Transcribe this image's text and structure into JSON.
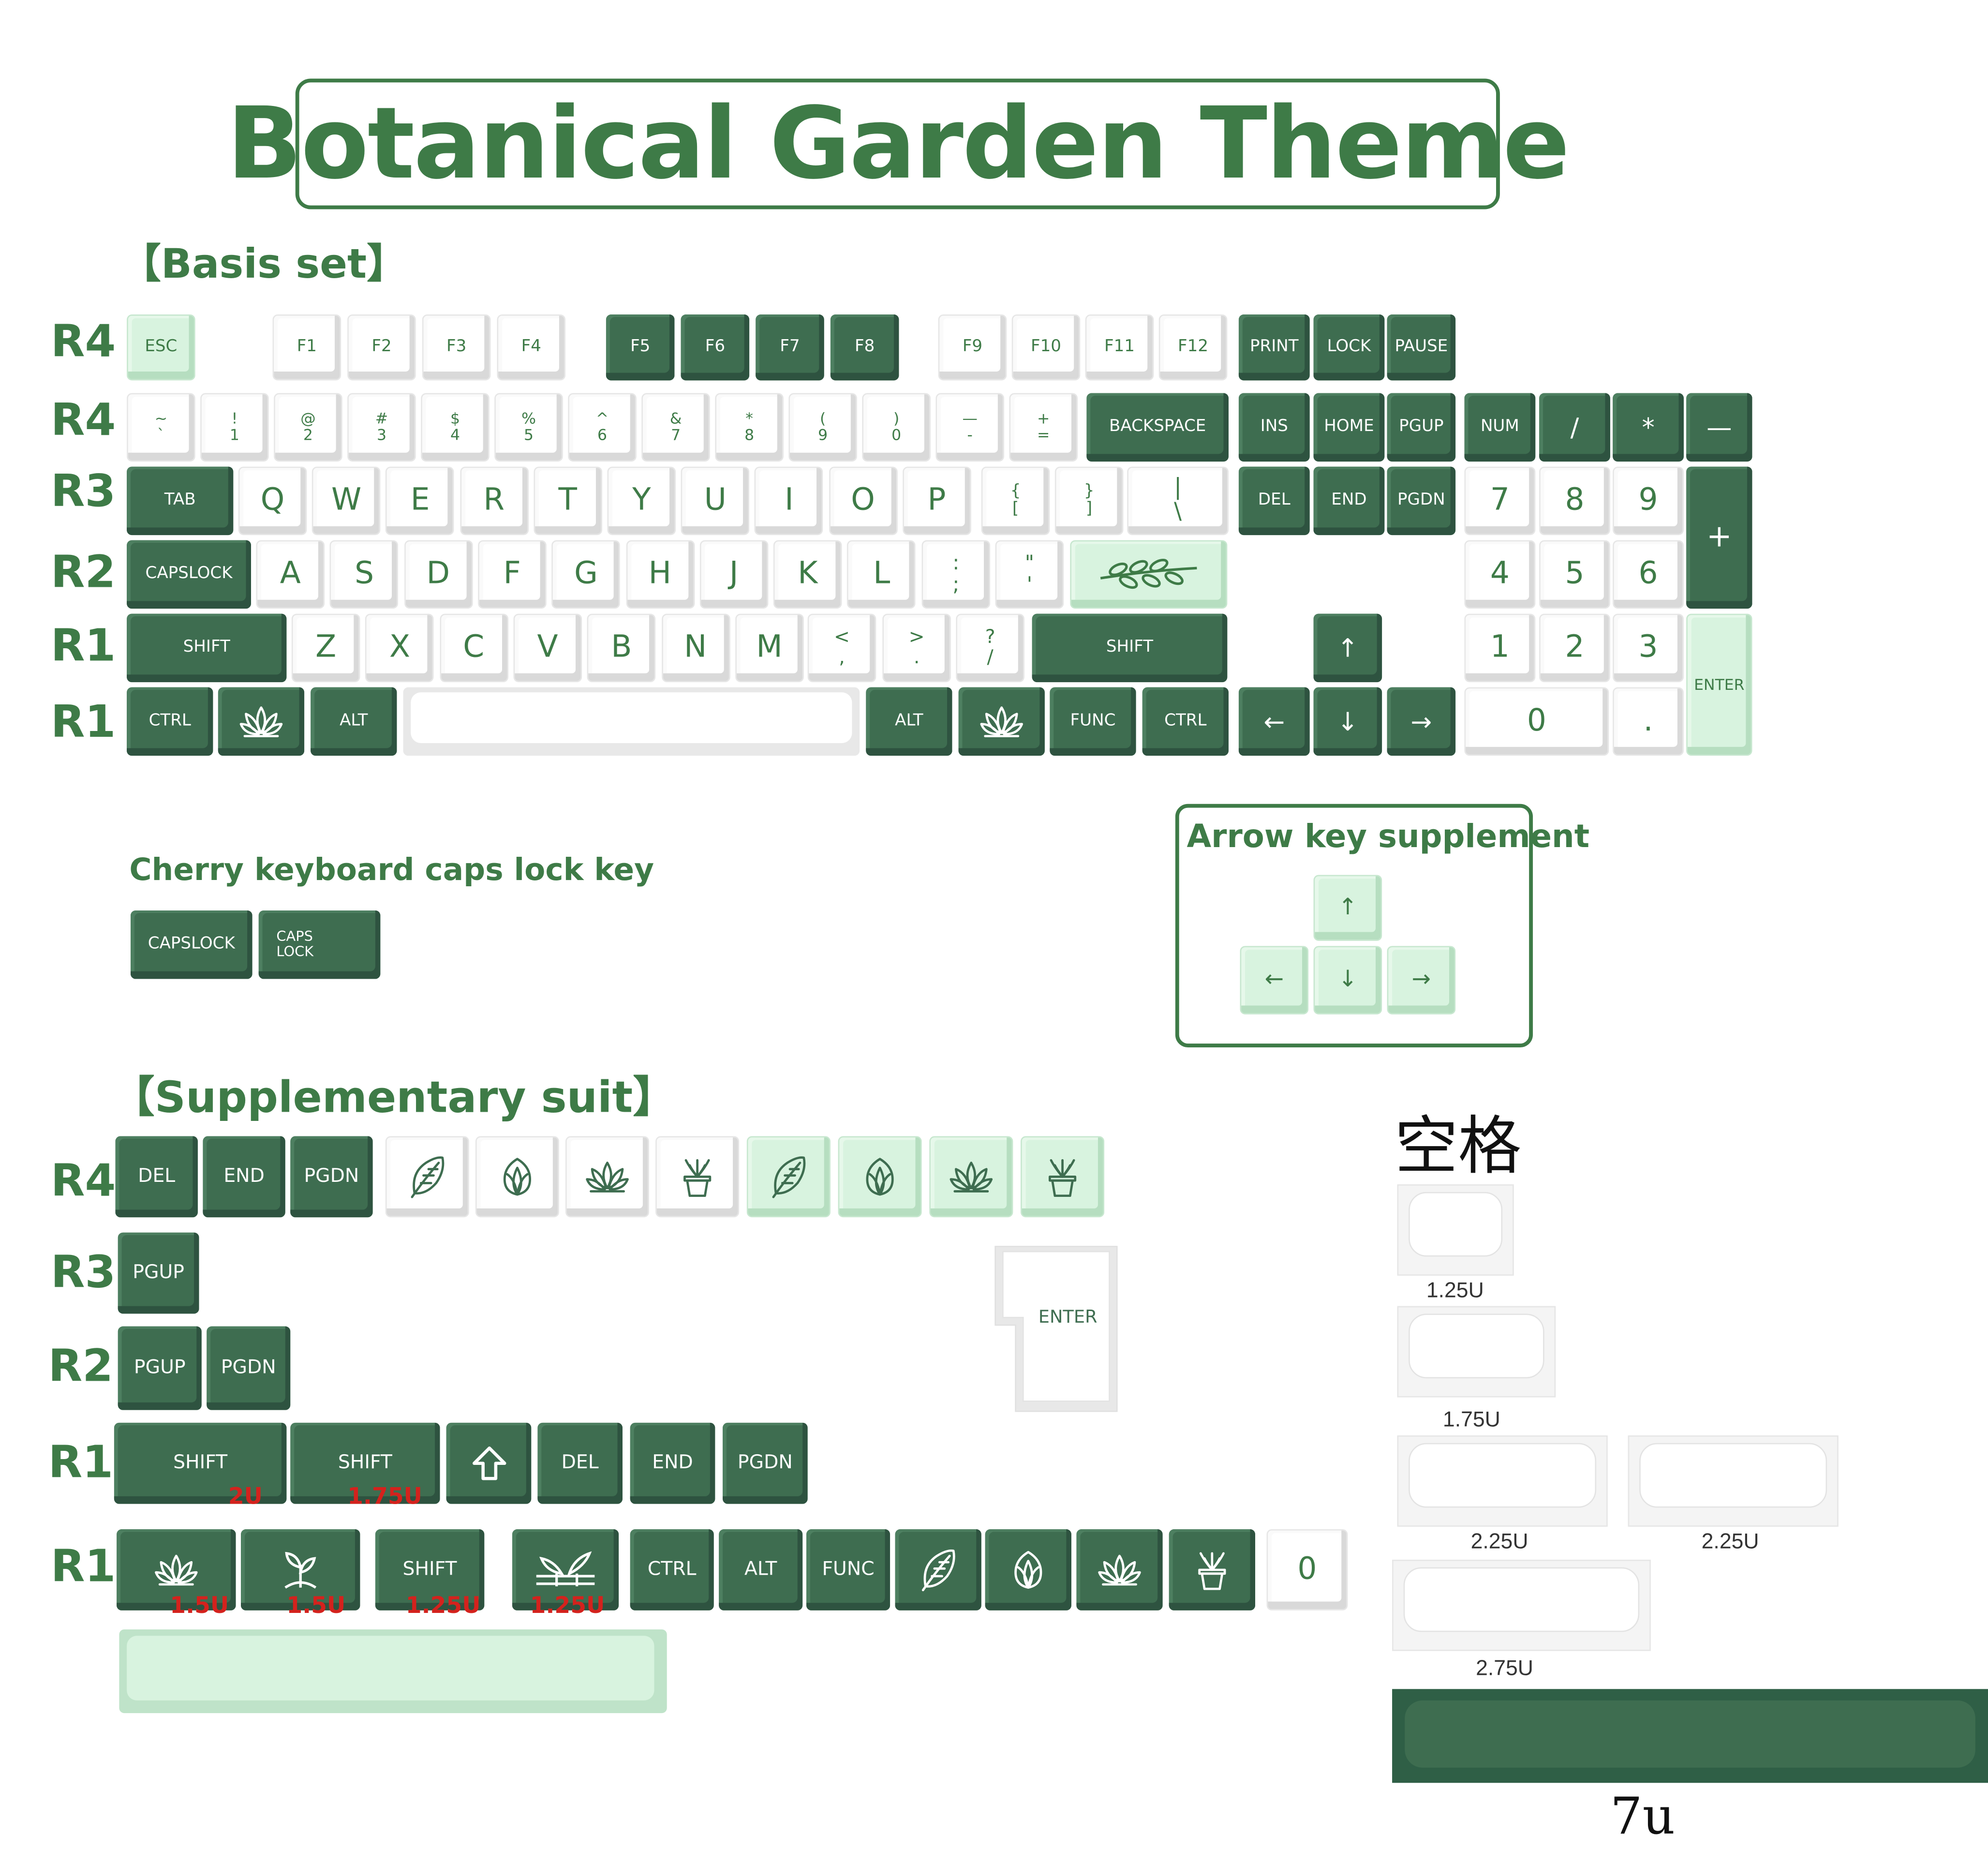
{
  "title": "Botanical Garden Theme",
  "sections": {
    "basis": "【Basis set】",
    "cherry": "Cherry keyboard caps lock key",
    "arrow": "Arrow key supplement",
    "supplementary": "【Supplementary suit】",
    "space": "空格"
  },
  "row_labels": {
    "b1": "R4",
    "b2": "R4",
    "b3": "R3",
    "b4": "R2",
    "b5": "R1",
    "b6": "R1",
    "s1": "R4",
    "s2": "R3",
    "s3": "R2",
    "s4": "R1",
    "s5": "R1"
  },
  "keys": {
    "esc": "ESC",
    "f1": "F1",
    "f2": "F2",
    "f3": "F3",
    "f4": "F4",
    "f5": "F5",
    "f6": "F6",
    "f7": "F7",
    "f8": "F8",
    "f9": "F9",
    "f10": "F10",
    "f11": "F11",
    "f12": "F12",
    "print": "PRINT",
    "lock": "LOCK",
    "pause": "PAUSE",
    "num_row": [
      [
        "~",
        "`"
      ],
      [
        "!",
        "1"
      ],
      [
        "@",
        "2"
      ],
      [
        "#",
        "3"
      ],
      [
        "$",
        "4"
      ],
      [
        "%",
        "5"
      ],
      [
        "^",
        "6"
      ],
      [
        "&",
        "7"
      ],
      [
        "*",
        "8"
      ],
      [
        "(",
        "9"
      ],
      [
        ")",
        "0"
      ],
      [
        "—",
        "-"
      ],
      [
        "+",
        "="
      ]
    ],
    "backspace": "BACKSPACE",
    "ins": "INS",
    "home": "HOME",
    "pgup": "PGUP",
    "num": "NUM",
    "slash": "/",
    "star": "*",
    "minus": "—",
    "tab": "TAB",
    "qrow": [
      "Q",
      "W",
      "E",
      "R",
      "T",
      "Y",
      "U",
      "I",
      "O",
      "P"
    ],
    "lbrace": [
      "{",
      "["
    ],
    "rbrace": [
      "}",
      "]"
    ],
    "pipe": [
      "|",
      "\\"
    ],
    "del": "DEL",
    "end": "END",
    "pgdn": "PGDN",
    "n7": "7",
    "n8": "8",
    "n9": "9",
    "plus": "+",
    "capslock": "CAPSLOCK",
    "arow": [
      "A",
      "S",
      "D",
      "F",
      "G",
      "H",
      "J",
      "K",
      "L"
    ],
    "colon": [
      ":",
      ";"
    ],
    "quote": [
      "\"",
      "'"
    ],
    "n4": "4",
    "n5": "5",
    "n6": "6",
    "shift": "SHIFT",
    "zrow": [
      "Z",
      "X",
      "C",
      "V",
      "B",
      "N",
      "M"
    ],
    "lt": [
      "<",
      ","
    ],
    "gt": [
      ">",
      "."
    ],
    "qm": [
      "?",
      "/"
    ],
    "rshift": "SHIFT",
    "up": "↑",
    "n1": "1",
    "n2": "2",
    "n3": "3",
    "enter": "ENTER",
    "ctrl": "CTRL",
    "alt": "ALT",
    "ralt": "ALT",
    "func": "FUNC",
    "rctrl": "CTRL",
    "left": "←",
    "down": "↓",
    "right": "→",
    "n0": "0",
    "dot": "."
  },
  "cherry_keys": {
    "capslock": "CAPSLOCK",
    "caps_lock": [
      "CAPS",
      "LOCK"
    ]
  },
  "arrow_supp": {
    "up": "↑",
    "left": "←",
    "down": "↓",
    "right": "→"
  },
  "supp": {
    "r4": [
      "DEL",
      "END",
      "PGDN"
    ],
    "r3": "PGUP",
    "r2": [
      "PGUP",
      "PGDN"
    ],
    "r1a": {
      "shift2u": "SHIFT",
      "shift175": "SHIFT",
      "del": "DEL",
      "end": "END",
      "pgdn": "PGDN"
    },
    "r1b": {
      "shift125": "SHIFT",
      "ctrl": "CTRL",
      "alt": "ALT",
      "func": "FUNC",
      "zero": "0"
    },
    "enter": "ENTER",
    "sizes": {
      "shift2u": "2U",
      "shift175": "1.75U",
      "lotus": "1.5U",
      "sprout": "1.5U",
      "shift125": "1.25U",
      "bamboo": "1.25U"
    }
  },
  "spacebars": [
    "1.25U",
    "1.75U",
    "2.25U",
    "2.25U",
    "2.75U"
  ],
  "spacebar_7u": "7u",
  "icons": {
    "ctrl_row": [
      "lotus-icon"
    ],
    "leaf_enter": "leaves-icon",
    "supp_r4": [
      "leaf-icon",
      "lotus-bud-icon",
      "lotus-icon",
      "potted-plant-icon",
      "leaf-icon",
      "lotus-bud-icon",
      "lotus-icon",
      "potted-plant-icon"
    ],
    "supp_r1": [
      "lotus-icon",
      "sprout-icon",
      "bamboo-icon",
      "leaf-icon",
      "lotus-bud-icon",
      "lotus-icon",
      "potted-plant-icon",
      "shift-arrow-icon"
    ]
  },
  "colors": {
    "green": "#3e6d50",
    "mint": "#d8f3df",
    "white": "#ffffff",
    "title": "#3e7b47",
    "size_red": "#d4221d"
  }
}
